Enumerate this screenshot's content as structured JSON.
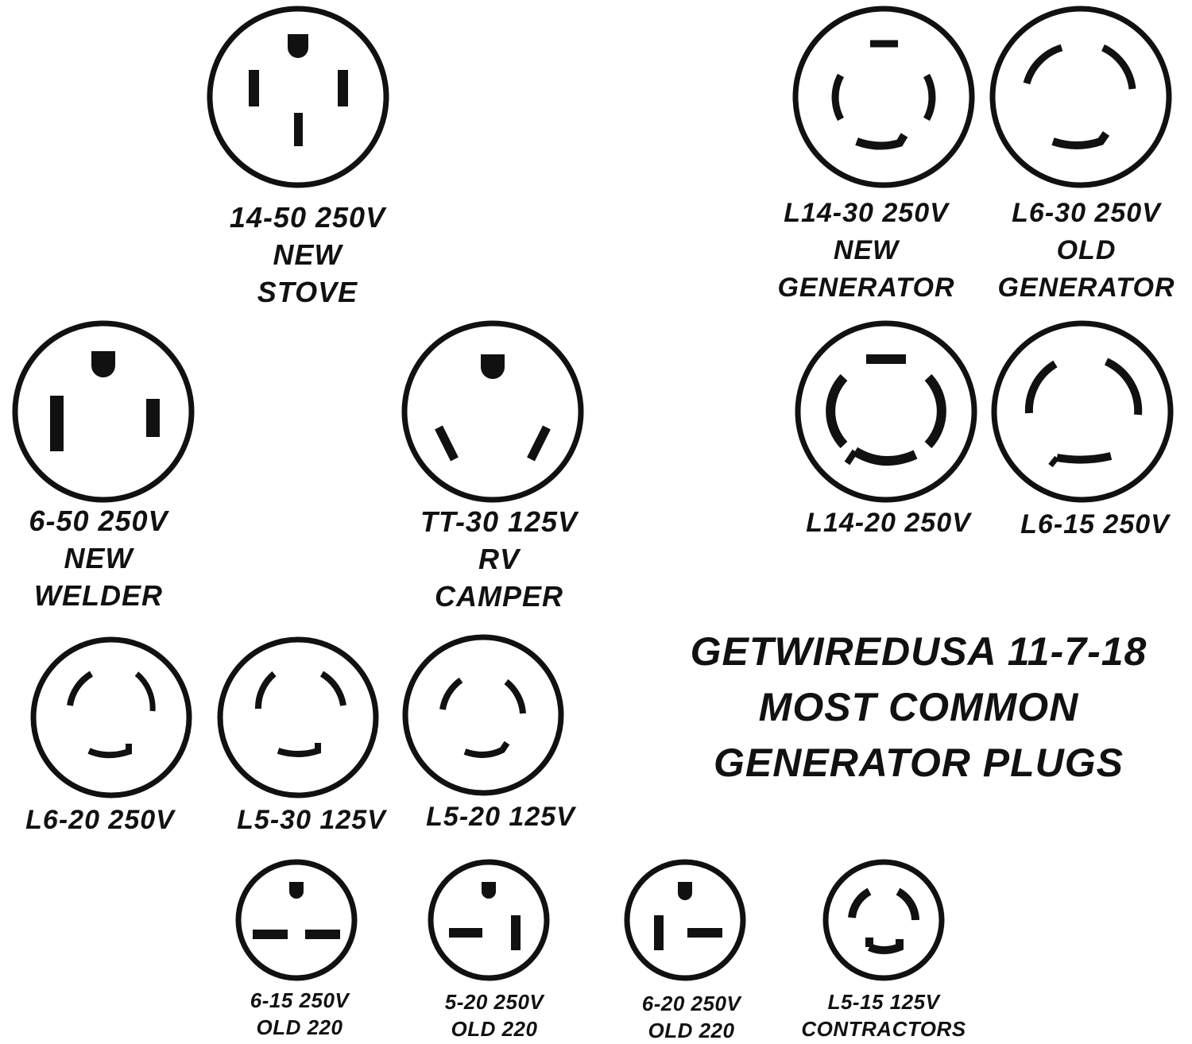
{
  "title": {
    "line1": "GETWIREDUSA 11-7-18",
    "line2": "MOST COMMON",
    "line3": "GENERATOR PLUGS"
  },
  "colors": {
    "ink": "#111111",
    "background": "#ffffff"
  },
  "plugs": {
    "p14_50": {
      "name": "14-50 250V",
      "line2": "NEW",
      "line3": "STOVE"
    },
    "l14_30": {
      "name": "L14-30 250V",
      "line2": "NEW",
      "line3": "GENERATOR"
    },
    "l6_30": {
      "name": "L6-30 250V",
      "line2": "OLD",
      "line3": "GENERATOR"
    },
    "p6_50": {
      "name": "6-50 250V",
      "line2": "NEW",
      "line3": "WELDER"
    },
    "tt30": {
      "name": "TT-30 125V",
      "line2": "RV",
      "line3": "CAMPER"
    },
    "l14_20": {
      "name": "L14-20 250V"
    },
    "l6_15": {
      "name": "L6-15 250V"
    },
    "l6_20": {
      "name": "L6-20 250V"
    },
    "l5_30": {
      "name": "L5-30 125V"
    },
    "l5_20": {
      "name": "L5-20 125V"
    },
    "p6_15": {
      "name": "6-15 250V",
      "line2": "OLD 220"
    },
    "p5_20": {
      "name": "5-20 250V",
      "line2": "OLD 220"
    },
    "p6_20": {
      "name": "6-20 250V",
      "line2": "OLD 220"
    },
    "l5_15": {
      "name": "L5-15 125V",
      "line2": "CONTRACTORS"
    }
  }
}
